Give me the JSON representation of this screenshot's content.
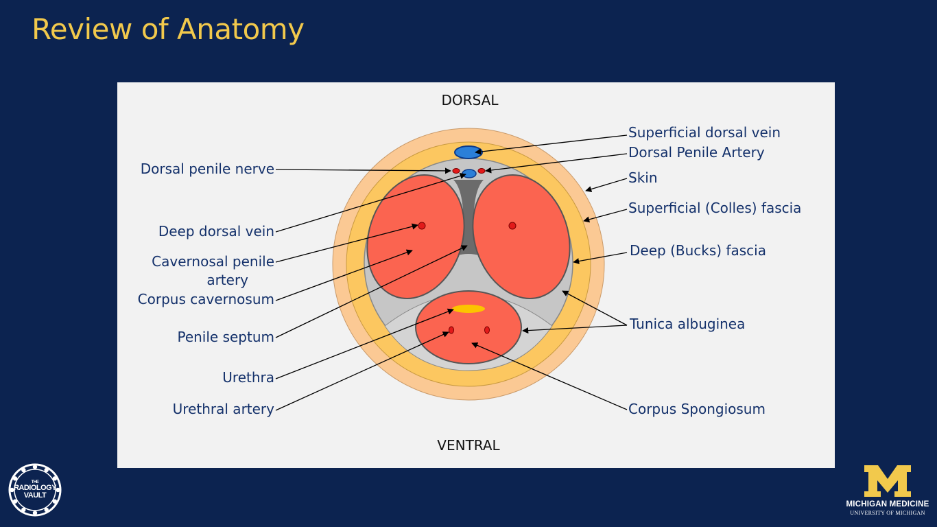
{
  "slide": {
    "title": "Review of Anatomy"
  },
  "diagram": {
    "orientation": {
      "top": "DORSAL",
      "bottom": "VENTRAL"
    },
    "labels_left": {
      "dorsal_penile_nerve": "Dorsal penile nerve",
      "deep_dorsal_vein": "Deep dorsal vein",
      "cavernosal_artery_line1": "Cavernosal penile",
      "cavernosal_artery_line2": "artery",
      "corpus_cavernosum": "Corpus cavernosum",
      "penile_septum": "Penile septum",
      "urethra": "Urethra",
      "urethral_artery": "Urethral artery"
    },
    "labels_right": {
      "superficial_dorsal_vein": "Superficial dorsal vein",
      "dorsal_penile_artery": "Dorsal Penile Artery",
      "skin": "Skin",
      "superficial_fascia": "Superficial (Colles) fascia",
      "deep_fascia": "Deep (Bucks) fascia",
      "tunica_albuginea": "Tunica albuginea",
      "corpus_spongiosum": "Corpus Spongiosum"
    },
    "colors": {
      "skin": "#fbc994",
      "colles_fascia": "#fcc760",
      "bucks_fascia": "#c6c6c6",
      "corpus": "#fb6450",
      "vein": "#2b7fd8",
      "artery": "#e21a1a",
      "urethra": "#fcc400"
    }
  },
  "logos": {
    "left_small": "THE",
    "left_line1": "RADIOLOGY",
    "left_line2": "VAULT",
    "right_line1": "MICHIGAN MEDICINE",
    "right_line2": "UNIVERSITY OF MICHIGAN"
  }
}
